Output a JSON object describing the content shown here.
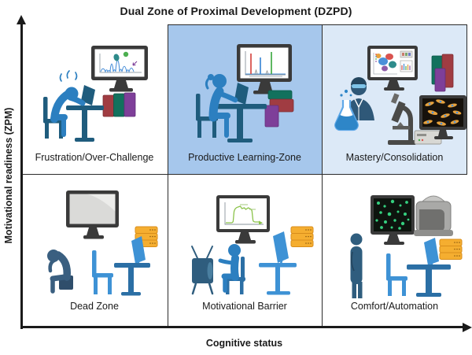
{
  "title": "Dual Zone of Proximal Development (DZPD)",
  "axes": {
    "x_label": "Cognitive status",
    "y_label": "Motivational readiness (ZPM)"
  },
  "zones": [
    {
      "label": "Frustration/Over-Challenge",
      "position": "top-left",
      "background": "#FFFFFF",
      "icons": [
        "monitor-histogram-chart-icon",
        "frustrated-person-at-desk-icon",
        "book-stack-icon"
      ]
    },
    {
      "label": "Productive Learning-Zone",
      "position": "top-center",
      "background": "#A6C7EC",
      "icons": [
        "monitor-peaks-chart-icon",
        "person-working-at-desk-icon",
        "book-stack-icon"
      ]
    },
    {
      "label": "Mastery/Consolidation",
      "position": "top-right",
      "background": "#DCE9F7",
      "icons": [
        "monitor-cluster-plot-icon",
        "book-stack-icon",
        "scientist-icon",
        "flask-icon",
        "microscope-icon",
        "monitor-fluorescent-fibroblasts-icon",
        "instrument-box-icon"
      ]
    },
    {
      "label": "Dead Zone",
      "position": "bottom-left",
      "background": "#FFFFFF",
      "icons": [
        "blank-monitor-icon",
        "server-stack-icon",
        "dejected-person-icon",
        "empty-chair-icon",
        "empty-desk-monitor-icon"
      ]
    },
    {
      "label": "Motivational Barrier",
      "position": "bottom-center",
      "background": "#FFFFFF",
      "icons": [
        "monitor-curve-chart-icon",
        "retro-tv-icon",
        "person-watching-tv-icon",
        "standing-desk-monitor-icon",
        "server-stack-icon"
      ]
    },
    {
      "label": "Comfort/Automation",
      "position": "bottom-right",
      "background": "#FFFFFF",
      "icons": [
        "monitor-fluorescent-cells-icon",
        "lab-instrument-icon",
        "standing-person-icon",
        "empty-chair-icon",
        "empty-desk-monitor-icon",
        "server-stack-icon"
      ]
    }
  ],
  "colors": {
    "productive_zone_bg": "#A6C7EC",
    "mastery_zone_bg": "#DCE9F7",
    "grid_border": "#2B2B2B",
    "axis": "#1A1A1A",
    "person_active_blue": "#2C7FC0",
    "person_inactive_slate": "#2F5D7E",
    "furniture_dark_teal": "#1F5C7D",
    "chair_light_blue": "#3E92D5",
    "desk_blue": "#2B6FA5",
    "book_red": "#A03C42",
    "book_green": "#12715D",
    "book_purple": "#7E3F99",
    "server_yellow": "#F5AE30",
    "monitor_frame": "#3A3A3A",
    "fluorescent_green": "#35D07F",
    "cell_orange": "#E8A23C"
  }
}
